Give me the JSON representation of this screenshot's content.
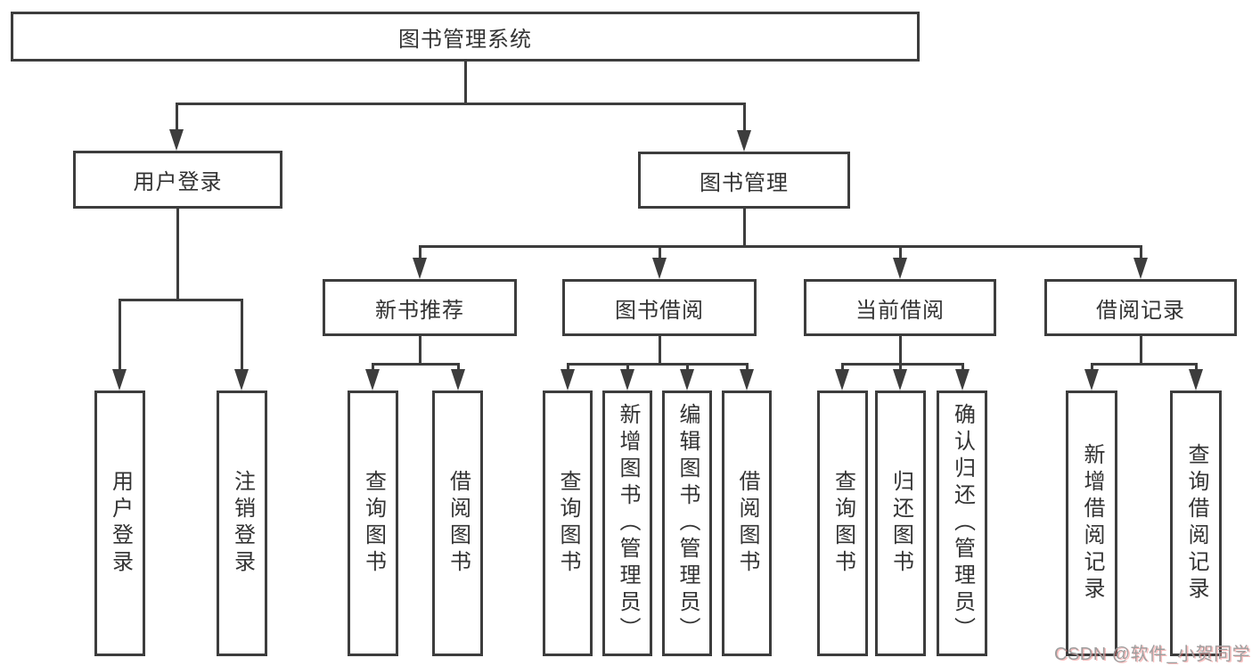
{
  "diagram_title": "图书管理系统",
  "nodes": {
    "root": "图书管理系统",
    "user_login": "用户登录",
    "book_management": "图书管理",
    "new_book_recommend": "新书推荐",
    "book_borrowing": "图书借阅",
    "current_borrowing": "当前借阅",
    "borrowing_records": "借阅记录",
    "leaf_user_login": "用户登录",
    "leaf_logout_login": "注销登录",
    "leaf_query_books_recommend": "查询图书",
    "leaf_borrow_books_recommend": "借阅图书",
    "leaf_query_books_borrowing": "查询图书",
    "leaf_add_books_admin": "新增图书（管理员）",
    "leaf_edit_books_admin": "编辑图书（管理员）",
    "leaf_borrow_books_borrowing": "借阅图书",
    "leaf_query_books_current": "查询图书",
    "leaf_return_books": "归还图书",
    "leaf_confirm_return_admin": "确认归还（管理员）",
    "leaf_add_borrow_record": "新增借阅记录",
    "leaf_query_borrow_record": "查询借阅记录"
  },
  "watermark": "CSDN @软件_小贺同学",
  "colors": {
    "line": "#3d3d3d",
    "text": "#333333",
    "background": "#ffffff",
    "watermark_gray": "#9e9e9e",
    "watermark_red_fringe": "#f46e6e"
  }
}
